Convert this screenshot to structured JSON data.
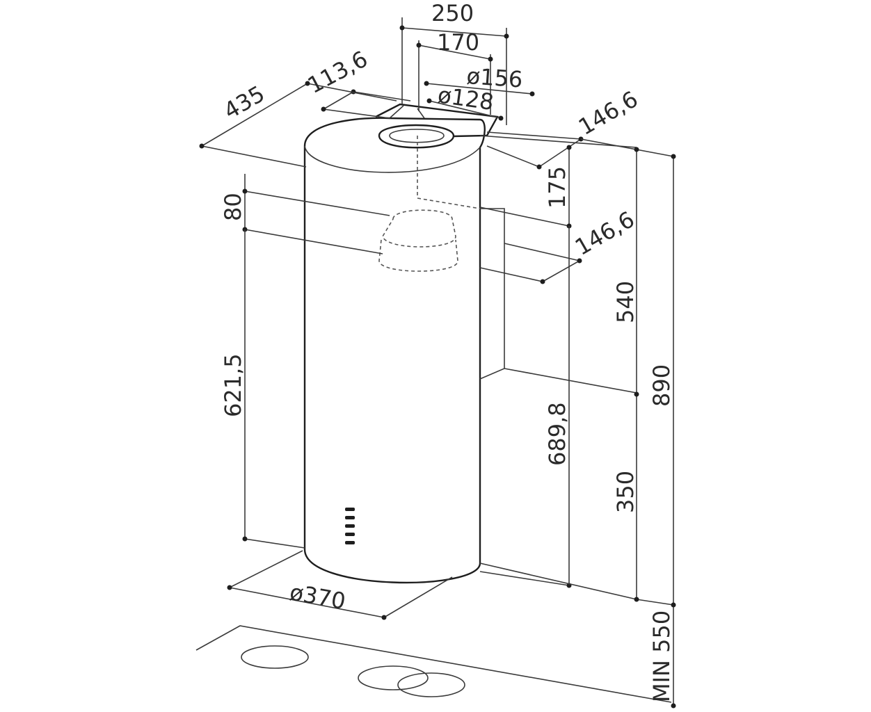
{
  "dimensions": {
    "width_250": "250",
    "width_170": "170",
    "dia_156": "ø156",
    "dia_128": "ø128",
    "offset_113_6": "113,6",
    "depth_435": "435",
    "offset_146_6_top": "146,6",
    "height_175": "175",
    "offset_146_6_mid": "146,6",
    "height_80": "80",
    "height_621_5": "621,5",
    "height_540": "540",
    "height_890": "890",
    "height_689_8": "689,8",
    "height_350": "350",
    "dia_370": "ø370",
    "min_550": "MIN 550"
  }
}
